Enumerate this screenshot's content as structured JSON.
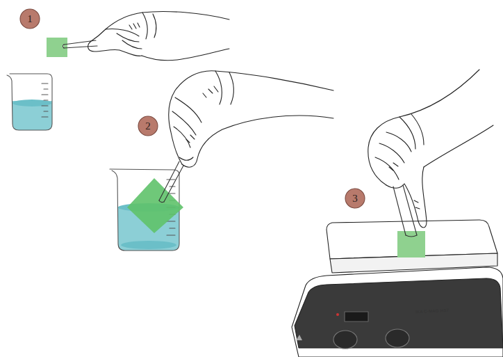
{
  "diagram": {
    "labels": [
      "1",
      "2",
      "3",
      "IKA C-MAG HS7"
    ]
  }
}
